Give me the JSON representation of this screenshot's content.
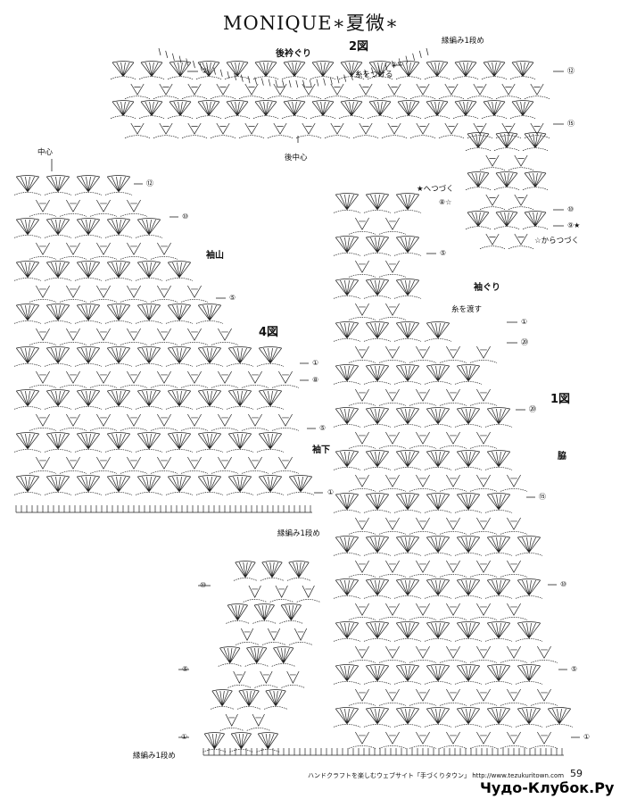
{
  "title": "MONIQUE∗夏微∗",
  "labels": {
    "fig2": "2図",
    "back_neckline": "後衿ぐり",
    "edge_1row_top": "縁編み1段め",
    "attach_yarn": "糸をつける",
    "back_center": "後中心",
    "center": "中心",
    "sleeve_cap": "袖山",
    "fig4": "4図",
    "underarm_sleeve": "袖下",
    "edge_1row_mid": "縁編み1段め",
    "star_continue": "★へつづく",
    "from_star": "☆からつづく",
    "armhole": "袖ぐり",
    "pass_yarn": "糸を渡す",
    "fig1": "1図",
    "side": "脇",
    "edge_1row_bottom": "縁編み1段め"
  },
  "row_markers": {
    "fig2_r2": "②",
    "fig2_r2b": "②",
    "fig2_r18": "⑫",
    "fig2_r15": "⑮",
    "fig2_r10": "⑩",
    "fig2_r9": "⑨★",
    "fig2_r8": "⑧☆",
    "fig4_r12": "⑫",
    "fig4_r10": "⑩",
    "fig4_r5": "⑤",
    "fig4_r1": "①",
    "fig4_r8": "⑧",
    "fig4_r5b": "⑤",
    "fig4_r1b": "①",
    "fig1_r5": "⑤",
    "fig1_r1": "①",
    "fig1_r24": "⑳",
    "fig1_r20": "⑳",
    "fig1_r15": "⑮",
    "fig1_r10": "⑩",
    "fig1_r5b": "⑤",
    "fig1_r1b": "①",
    "strip_r10": "⑩",
    "strip_r5": "⑤",
    "strip_r1": "①"
  },
  "page_number": "59",
  "footer": "ハンドクラフトを楽しむウェブサイト「手づくりタウン」  http://www.tezukuritown.com",
  "watermark": "Чудо-Клубок.Ру",
  "colors": {
    "ink": "#111111",
    "paper": "#ffffff"
  }
}
